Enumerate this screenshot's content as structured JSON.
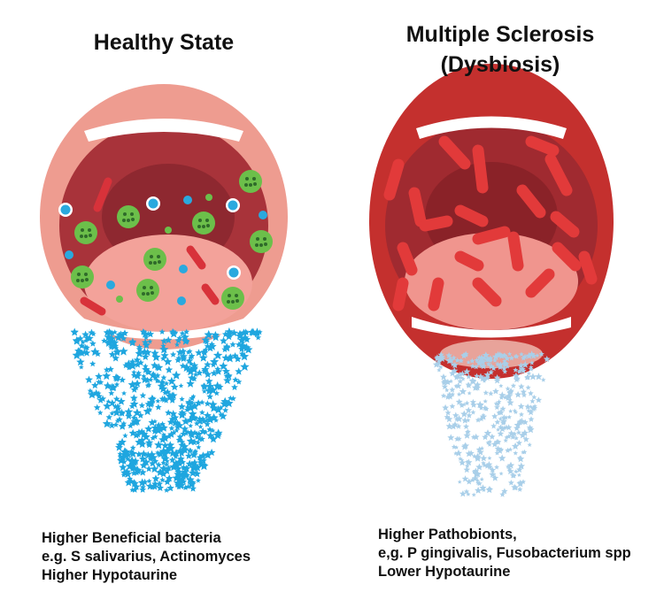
{
  "healthy": {
    "title": "Healthy State",
    "caption": [
      "Higher Beneficial bacteria",
      "e.g. S salivarius, Actinomyces",
      "Higher Hypotaurine"
    ]
  },
  "ms": {
    "title_line1": "Multiple Sclerosis",
    "title_line2": "(Dysbiosis)",
    "caption": [
      "Higher Pathobionts,",
      "e,g. P gingivalis, Fusobacterium spp",
      "Lower Hypotaurine"
    ]
  },
  "colors": {
    "healthy_lips": "#ee9c90",
    "ms_lips": "#c4302e",
    "cavity": "#a8333a",
    "tongue": "#f3a29a",
    "green_bacteria": "#6cbf4a",
    "blue_cells": "#2aa9de",
    "red_bacteria": "#e23a3a",
    "healthy_stars": "#1fa6df",
    "ms_stars": "#a9cfe9"
  }
}
